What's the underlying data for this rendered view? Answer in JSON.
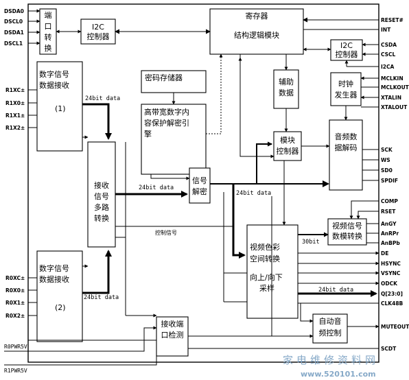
{
  "blocks": {
    "port_switch": [
      "端",
      "口",
      "转",
      "换"
    ],
    "i2c_left": [
      "I2C",
      "控制器"
    ],
    "register": [
      "寄存器",
      "结构逻辑模块"
    ],
    "i2c_right": [
      "I2C",
      "控制器"
    ],
    "aux_data": [
      "辅助",
      "数据"
    ],
    "clock_gen": [
      "时钟",
      "发生器"
    ],
    "digital_rx1": [
      "数字信号",
      "数据接收",
      "(1)"
    ],
    "digital_rx2": [
      "数字信号",
      "数据接收",
      "(2)"
    ],
    "password_store": "密码存储器",
    "hdcp": [
      "高带宽数字内",
      "容保护解密引",
      "擎"
    ],
    "module_ctrl": [
      "模块",
      "控制器"
    ],
    "audio_decode": [
      "音频数",
      "据解码"
    ],
    "mux": [
      "接收",
      "信号",
      "多路",
      "转换"
    ],
    "decrypt": [
      "信号",
      "解密"
    ],
    "csc": [
      "视频色彩",
      "空间转换",
      "向上/向下",
      "采样"
    ],
    "video_convert": [
      "视频信号",
      "数模转换"
    ],
    "port_detect": [
      "接收端",
      "口检测"
    ],
    "auto_mute": [
      "自动音",
      "频控制"
    ]
  },
  "wire_labels": {
    "data24_rx1": "24bit data",
    "data24_mux": "24bit data",
    "data24_decrypt": "24bit data",
    "data24_rx2": "24bit data",
    "data24_out": "24bit data",
    "data30": "30bit",
    "control": "控制信号"
  },
  "pins_left": [
    "DSDA0",
    "DSCL0",
    "DSDA1",
    "DSCL1",
    "R1XC±",
    "R1X0±",
    "R1X1±",
    "R1X2±",
    "R0XC±",
    "R0X0±",
    "R0X1±",
    "R0X2±"
  ],
  "pins_right": [
    "RESET#",
    "INT",
    "CSDA",
    "CSCL",
    "I2CA",
    "MCLKIN",
    "MCLKOUT",
    "XTALIN",
    "XTALOUT",
    "SCK",
    "WS",
    "SD0",
    "SPDIF",
    "COMP",
    "RSET",
    "AnGY",
    "AnRPr",
    "AnBPb",
    "DE",
    "HSYNC",
    "VSYNC",
    "ODCK",
    "Q[23:0]",
    "CLK48B",
    "MUTEOUT",
    "SCDT"
  ],
  "pins_bottom": [
    "R0PWR5V",
    "R1PWR5V"
  ],
  "watermark": {
    "cn": "家电维修资料网",
    "url": "www.520101.com"
  }
}
